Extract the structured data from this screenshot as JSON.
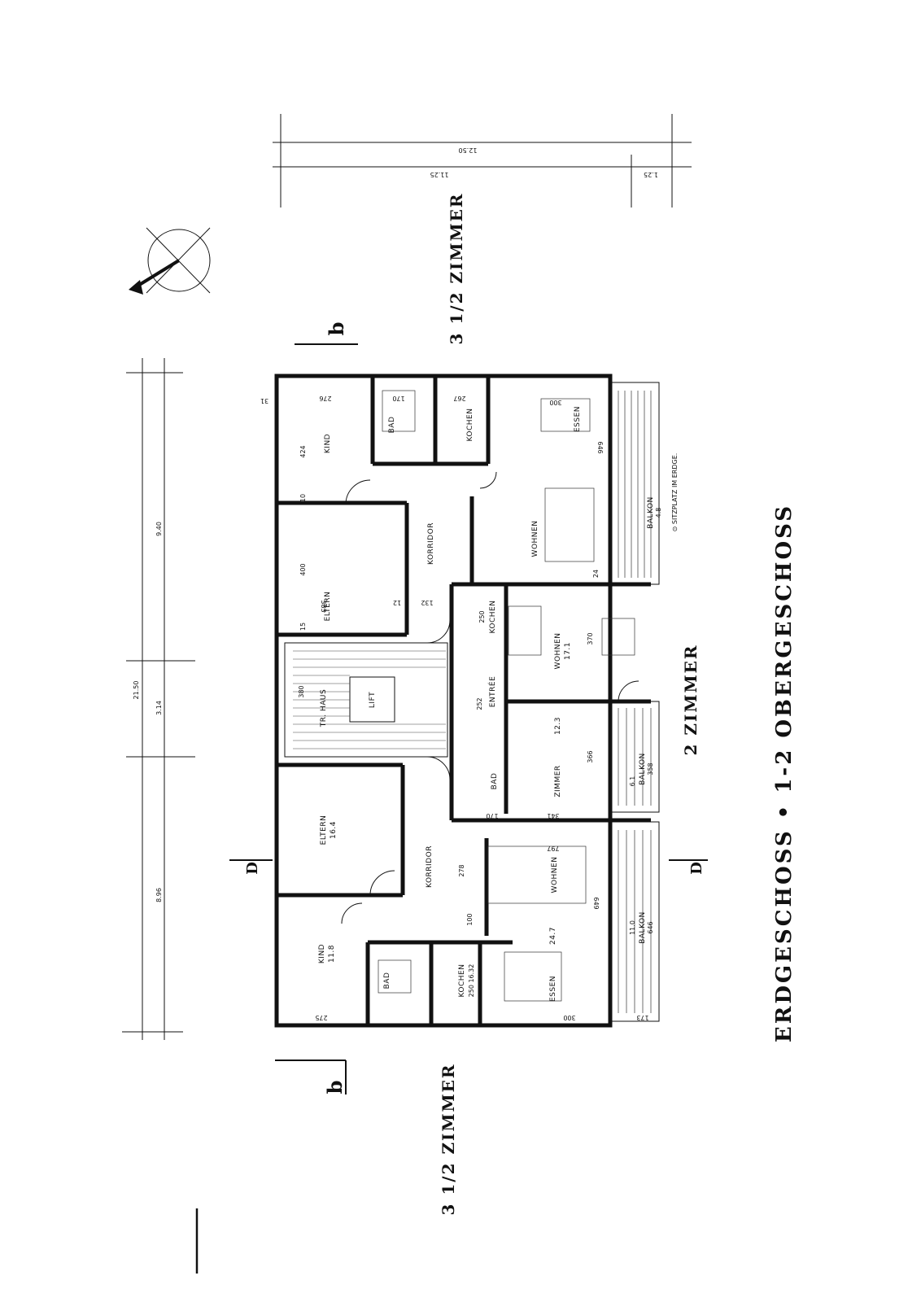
{
  "title": "ERDGESCHOSS • 1-2 OBERGESCHOSS",
  "unit_labels": {
    "top": "3 1/2 ZIMMER",
    "bottom": "3 1/2 ZIMMER",
    "middle": "2 ZIMMER"
  },
  "section_marks": {
    "upper_b": "b",
    "lower_b": "b",
    "d_left": "D",
    "d_right": "D"
  },
  "dimensions": {
    "total_length": "21.50",
    "seg_a": "9.40",
    "seg_b": "3.14",
    "seg_c": "8.96",
    "depth_total": "12.50",
    "depth_main": "11.25",
    "depth_balcony": "1.25"
  },
  "sitzplatz": "⊙ SITZPLATZ IM ERDGE.",
  "rooms_top": {
    "kind": "KIND",
    "eltern": "ELTERN",
    "bad": "BAD",
    "kochen": "KOCHEN",
    "essen": "ESSEN",
    "wohnen": "WOHNEN",
    "korridor": "KORRIDOR",
    "balkon": "BALKON",
    "balkon_size": "4.8",
    "d_424": "424",
    "d_400": "400",
    "d_383": "383",
    "d_276": "276",
    "d_170": "170",
    "d_267": "267",
    "d_300": "300",
    "d_646": "646",
    "d_132": "132",
    "d_10": "10",
    "d_15": "15",
    "d_12": "12",
    "d_31": "31",
    "d_24": "24"
  },
  "rooms_mid": {
    "trhaus": "TR. HAUS",
    "lift": "LIFT",
    "entree": "ENTRÉE",
    "kochen": "KOCHEN",
    "wohnen": "WOHNEN",
    "wohnen_area": "17.1",
    "zimmer": "ZIMMER",
    "zimmer_area": "12.3",
    "bad": "BAD",
    "balkon": "BALKON",
    "balkon_size": "358",
    "balkon_area": "6.1",
    "d_380": "380",
    "d_252": "252",
    "d_250": "250",
    "d_370": "370",
    "d_366": "366",
    "d_341": "341",
    "d_170": "170"
  },
  "rooms_bottom": {
    "eltern": "ELTERN",
    "eltern_area": "16.4",
    "kind": "KIND",
    "kind_area": "11.8",
    "bad": "BAD",
    "kochen": "KOCHEN",
    "kochen_dim": "250 16.32",
    "essen": "ESSEN",
    "essen_area": "24.7",
    "wohnen": "WOHNEN",
    "korridor": "KORRIDOR",
    "balkon": "BALKON",
    "balkon_size": "646",
    "balkon_area": "11.0",
    "d_797": "797",
    "d_649": "649",
    "d_278": "278",
    "d_100": "100",
    "d_275": "275",
    "d_300": "300",
    "d_173": "173"
  }
}
